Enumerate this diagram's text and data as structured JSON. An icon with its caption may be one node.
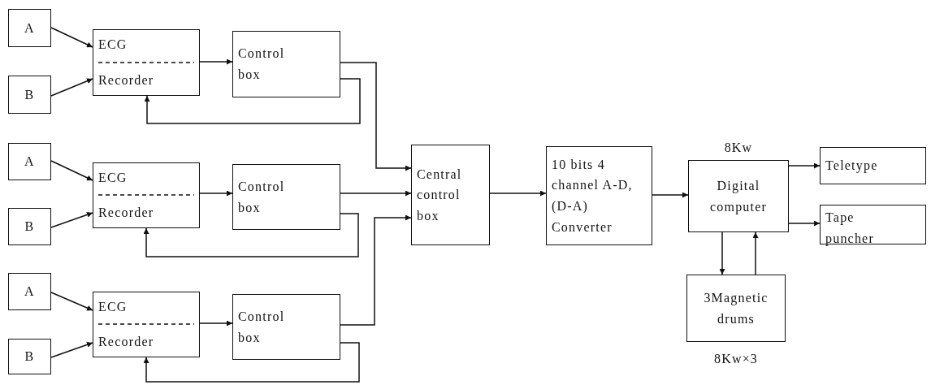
{
  "diagram": {
    "nodes": [
      {
        "text": [
          "A"
        ]
      },
      {
        "text": [
          "B"
        ]
      },
      {
        "text": [
          "ECG",
          "Recorder"
        ]
      },
      {
        "text": [
          "Control box"
        ]
      },
      {
        "text": [
          "A"
        ]
      },
      {
        "text": [
          "B"
        ]
      },
      {
        "text": [
          "ECG",
          "Recorder"
        ]
      },
      {
        "text": [
          "Control box"
        ]
      },
      {
        "text": [
          "A"
        ]
      },
      {
        "text": [
          "B"
        ]
      },
      {
        "text": [
          "ECG",
          "Recorder"
        ]
      },
      {
        "text": [
          "Control box"
        ]
      },
      {
        "text": [
          "Central control box"
        ]
      },
      {
        "text": [
          "10 bits 4 channel A-D, (D-A) Converter"
        ]
      },
      {
        "text": [
          "Digital computer"
        ],
        "beside": [
          "8Kw"
        ]
      },
      {
        "text": [
          "Teletype"
        ]
      },
      {
        "text": [
          "Tape puncher"
        ]
      },
      {
        "text": [
          "3Magnetic drums"
        ],
        "beside": [
          "8Kw×3"
        ]
      }
    ],
    "edges": [
      {
        "from": 0,
        "to": 2,
        "arrow": "to"
      },
      {
        "from": 1,
        "to": 2,
        "arrow": "to"
      },
      {
        "from": 2,
        "to": 3,
        "arrow": "to"
      },
      {
        "from": 3,
        "to": 2,
        "arrow": "to"
      },
      {
        "from": 4,
        "to": 6,
        "arrow": "to"
      },
      {
        "from": 5,
        "to": 6,
        "arrow": "to"
      },
      {
        "from": 6,
        "to": 7,
        "arrow": "to"
      },
      {
        "from": 7,
        "to": 6,
        "arrow": "to"
      },
      {
        "from": 8,
        "to": 10,
        "arrow": "to"
      },
      {
        "from": 9,
        "to": 10,
        "arrow": "to"
      },
      {
        "from": 10,
        "to": 11,
        "arrow": "to"
      },
      {
        "from": 11,
        "to": 10,
        "arrow": "to"
      },
      {
        "from": 3,
        "to": 12,
        "arrow": "to"
      },
      {
        "from": 7,
        "to": 12,
        "arrow": "to"
      },
      {
        "from": 11,
        "to": 12,
        "arrow": "to"
      },
      {
        "from": 12,
        "to": 13,
        "arrow": "to"
      },
      {
        "from": 13,
        "to": 14,
        "arrow": "to"
      },
      {
        "from": 14,
        "to": 15,
        "arrow": "to"
      },
      {
        "from": 14,
        "to": 16,
        "arrow": "to"
      },
      {
        "from": 14,
        "to": 17,
        "arrow": "to"
      },
      {
        "from": 17,
        "to": 14,
        "arrow": "to"
      }
    ]
  }
}
